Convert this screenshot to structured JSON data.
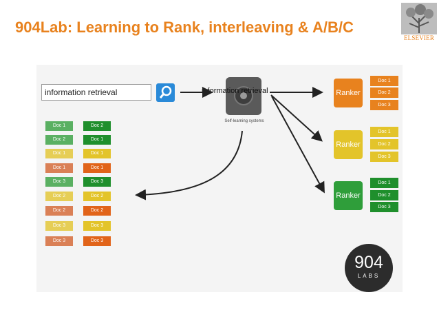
{
  "slide": {
    "title": "904Lab: Learning to Rank, interleaving & A/B/C",
    "logo_text": "ELSEVIER"
  },
  "search": {
    "query": "information retrieval"
  },
  "engine": {
    "query_overlay": "information retrieval",
    "label": "Self-learning systems"
  },
  "left_lists": {
    "col1": [
      "Doc 1",
      "Doc 2",
      "Doc 1",
      "Doc 1",
      "Doc 3",
      "Doc 2",
      "Doc 2",
      "Doc 3",
      "Doc 3"
    ],
    "col2": [
      "Doc 2",
      "Doc 1",
      "Doc 1",
      "Doc 1",
      "Doc 3",
      "Doc 2",
      "Doc 2",
      "Doc 3",
      "Doc 3"
    ]
  },
  "rankers": [
    {
      "label": "Ranker",
      "docs": [
        "Doc 1",
        "Doc 2",
        "Doc 3"
      ]
    },
    {
      "label": "Ranker",
      "docs": [
        "Doc 1",
        "Doc 2",
        "Doc 3"
      ]
    },
    {
      "label": "Ranker",
      "docs": [
        "Doc 1",
        "Doc 2",
        "Doc 3"
      ]
    }
  ],
  "badge": {
    "number": "904",
    "sub": "LABS"
  },
  "colors": {
    "title": "#e8821e",
    "orange": "#e8821e",
    "yellow": "#e3c42a",
    "green": "#2f9e3a",
    "red": "#d3602a"
  }
}
